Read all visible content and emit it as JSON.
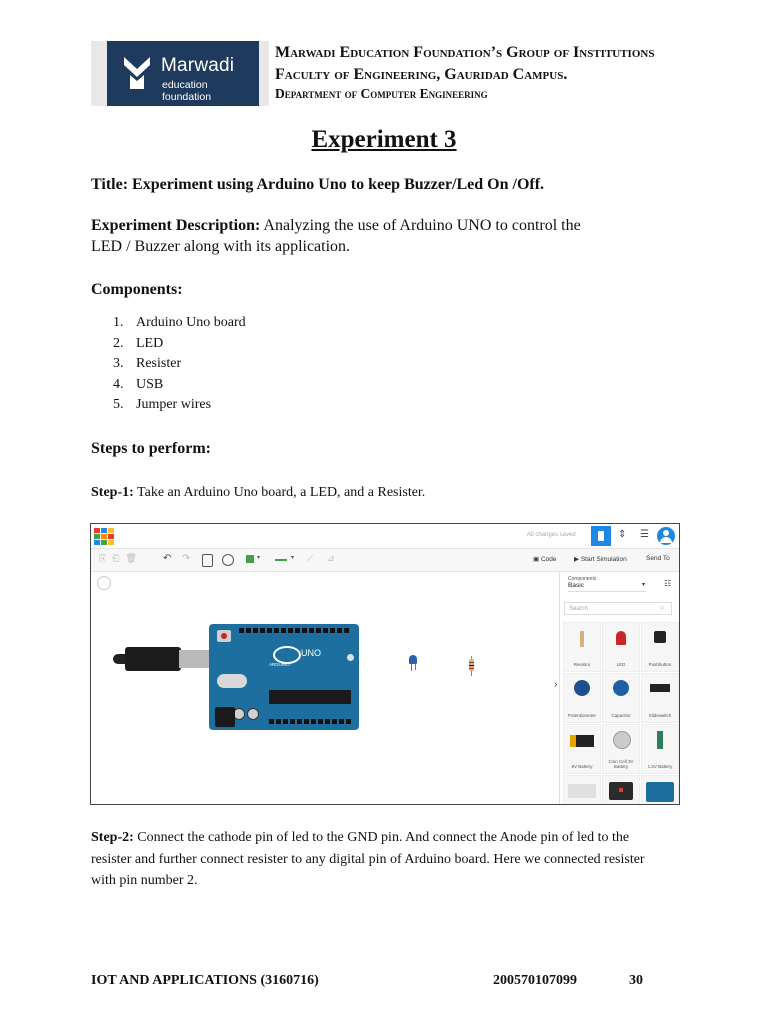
{
  "header": {
    "logo_word": "Marwadi",
    "logo_sub": "education foundation",
    "line1": "Marwadi Education Foundation’s Group of Institutions",
    "line2": "Faculty of Engineering, Gauridad Campus.",
    "line3": "Department of Computer Engineering"
  },
  "experiment_title": "Experiment 3",
  "title_line": "Title: Experiment using Arduino Uno to keep Buzzer/Led On /Off.",
  "description": {
    "label": "Experiment Description:",
    "text_line1": " Analyzing the use of Arduino UNO  to  control  the",
    "text_line2": "LED / Buzzer along with its application."
  },
  "components": {
    "heading": "Components:",
    "items": [
      {
        "num": "1.",
        "text": "Arduino Uno board"
      },
      {
        "num": "2.",
        "text": "LED"
      },
      {
        "num": "3.",
        "text": "Resister"
      },
      {
        "num": "4.",
        "text": "USB"
      },
      {
        "num": "5.",
        "text": "Jumper wires"
      }
    ]
  },
  "steps_heading": "Steps to perform:",
  "step1": {
    "label": "Step-1:",
    "text": " Take an Arduino Uno board, a LED, and a Resister."
  },
  "step2": {
    "label": "Step-2:",
    "line1": " Connect the cathode pin of led to the GND pin. And connect the Anode pin of led to the",
    "line2": "resister and further connect resister to any digital pin of Arduino board. Here we connected resister",
    "line3": "with pin number 2."
  },
  "screenshot": {
    "status": "All changes saved",
    "code_label": "Code",
    "sim_label": "Start Simulation",
    "send_label": "Send To",
    "components_label": "Components",
    "components_value": "Basic",
    "search_placeholder": "Search",
    "board_label": "UNO",
    "board_brand": "ARDUINO",
    "tiles": [
      "Resistor",
      "LED",
      "Pushbutton",
      "Potentiometer",
      "Capacitor",
      "Slideswitch",
      "9V Battery",
      "Coin Cell 3V Battery",
      "1.5V Battery"
    ],
    "colors": {
      "board": "#1c6f9e",
      "accent": "#1e88e5",
      "led": "#2f5fa8"
    }
  },
  "footer": {
    "course": "IOT AND APPLICATIONS (3160716)",
    "enrollment": "200570107099",
    "page": "30"
  }
}
